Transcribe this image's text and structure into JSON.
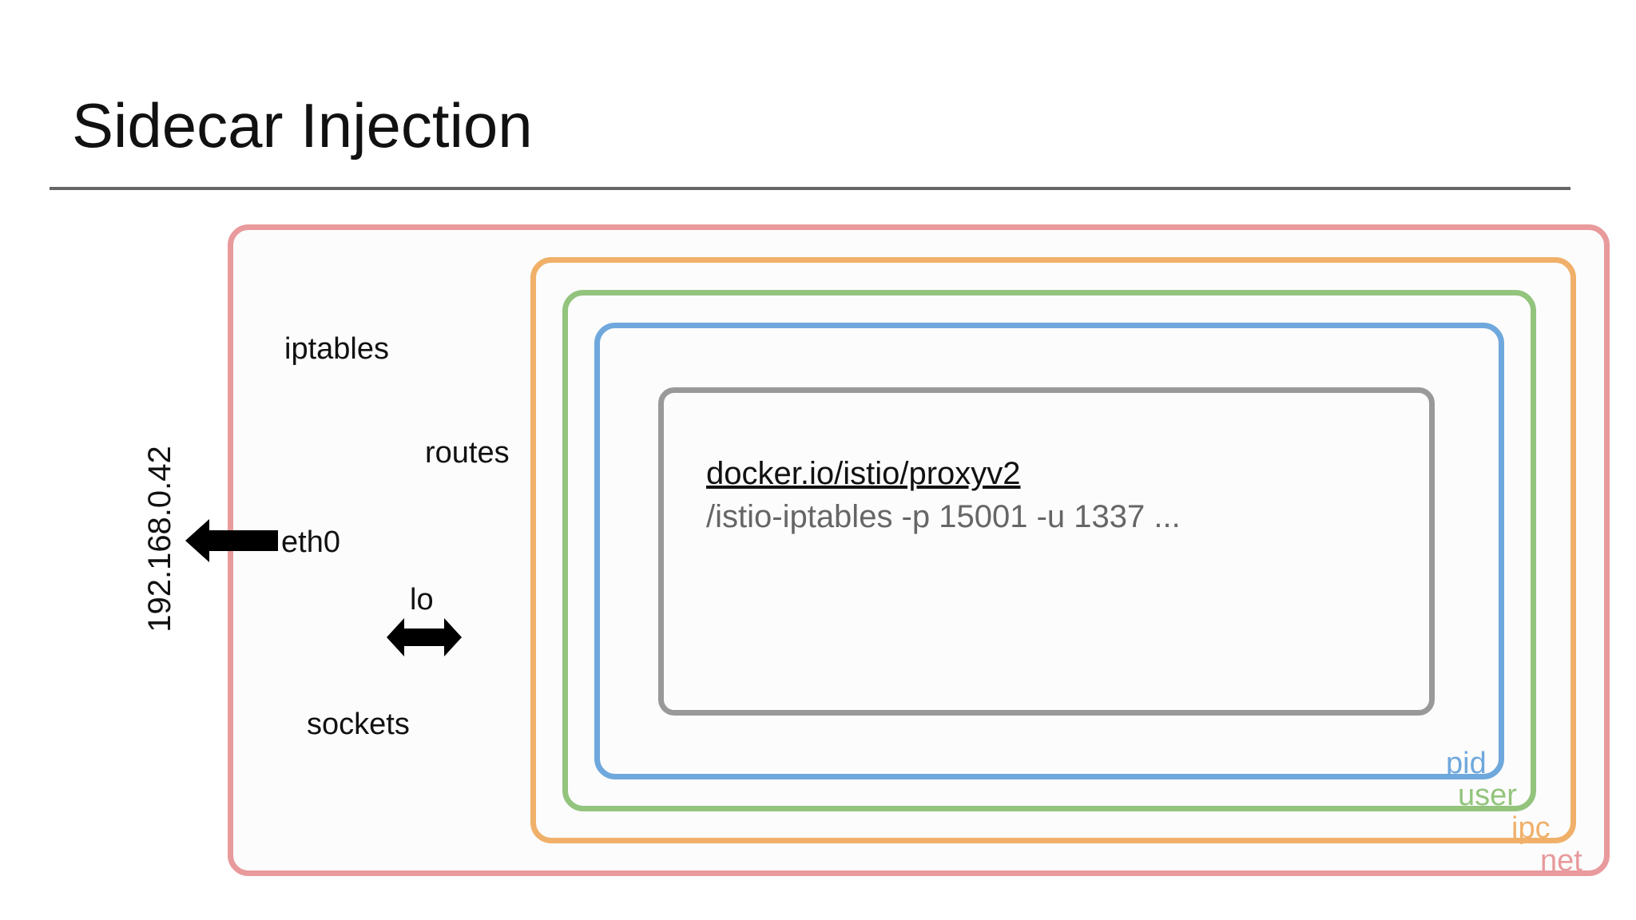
{
  "title": "Sidecar Injection",
  "diagram": {
    "namespaces": {
      "net": "net",
      "ipc": "ipc",
      "user": "user",
      "pid": "pid"
    },
    "net_items": {
      "iptables": "iptables",
      "routes": "routes",
      "eth0": "eth0",
      "lo": "lo",
      "sockets": "sockets",
      "ip_address": "192.168.0.42"
    },
    "container": {
      "image": "docker.io/istio/proxyv2",
      "command": "/istio-iptables -p 15001 -u 1337 ..."
    }
  },
  "colors": {
    "net": "#e89a9c",
    "ipc": "#f0b06a",
    "user": "#93c47d",
    "pid": "#6fa8dc",
    "container": "#999999"
  },
  "icons": {
    "eth0_arrow": "arrow-left-icon",
    "lo_arrow": "arrow-left-right-icon"
  }
}
